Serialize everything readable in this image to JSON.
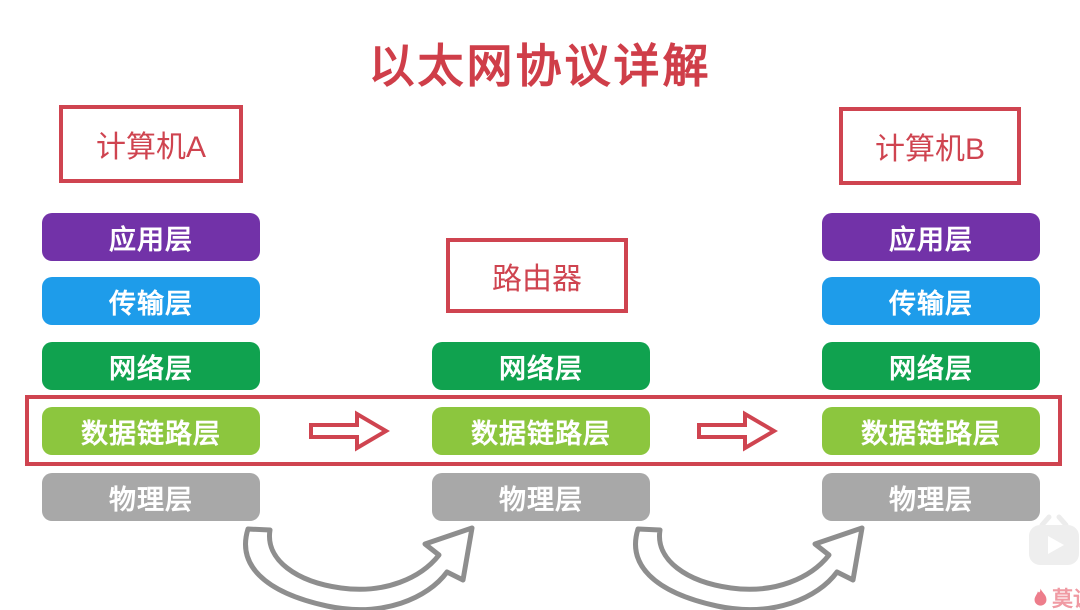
{
  "title": "以太网协议详解",
  "nodes": {
    "computer_a": "计算机A",
    "router": "路由器",
    "computer_b": "计算机B"
  },
  "stacks": {
    "left": [
      "应用层",
      "传输层",
      "网络层",
      "数据链路层",
      "物理层"
    ],
    "middle": [
      "网络层",
      "数据链路层",
      "物理层"
    ],
    "right": [
      "应用层",
      "传输层",
      "网络层",
      "数据链路层",
      "物理层"
    ]
  },
  "colors": {
    "title_red": "#CF3E49",
    "outline_red": "#CF4450",
    "application_purple": "#7232A8",
    "transport_blue": "#1E9CEA",
    "network_green": "#10A24F",
    "datalink_lime": "#8CC63E",
    "physical_gray": "#A8A8A8",
    "curve_arrow_gray": "#8E8E8E",
    "watermark_pink": "#F09AA3"
  },
  "watermark": {
    "brand": "莫谈"
  }
}
